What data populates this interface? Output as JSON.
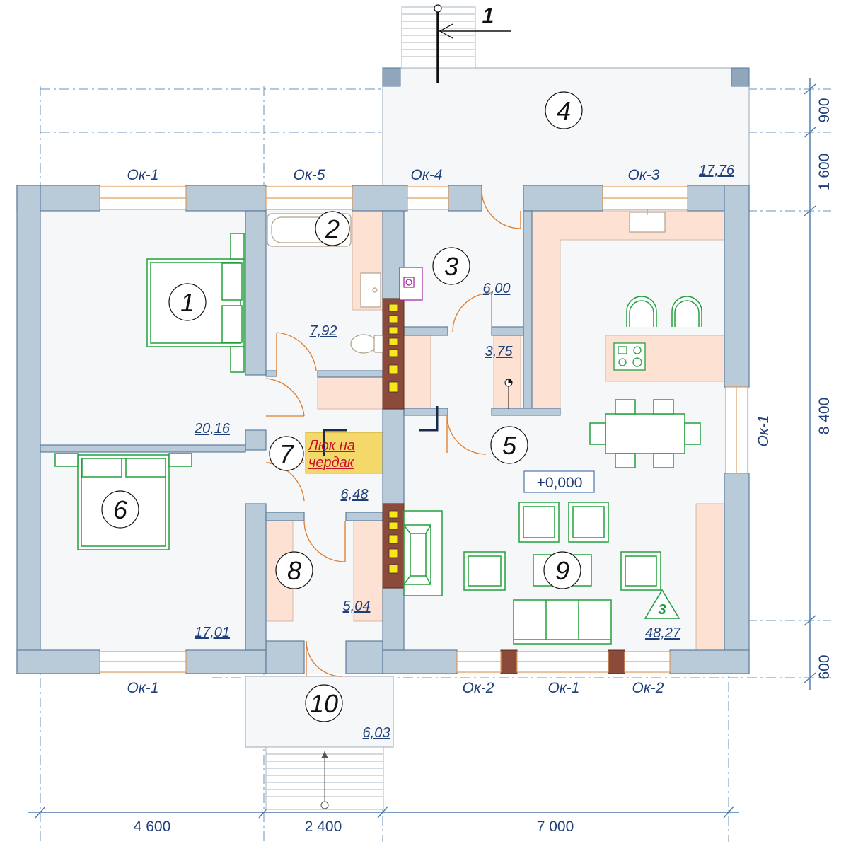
{
  "section": {
    "label": "1"
  },
  "rooms": {
    "r1": {
      "no": "1",
      "area": "20,16"
    },
    "r2": {
      "no": "2",
      "area": "7,92"
    },
    "r3": {
      "no": "3",
      "area": "6,00"
    },
    "r4": {
      "no": "4",
      "area": "17,76"
    },
    "r5": {
      "no": "5",
      "area": "3,75"
    },
    "r6": {
      "no": "6",
      "area": "17,01"
    },
    "r7": {
      "no": "7",
      "area": "6,48"
    },
    "r8": {
      "no": "8",
      "area": "5,04"
    },
    "r9": {
      "no": "9",
      "area": "48,27"
    },
    "r10": {
      "no": "10",
      "area": "6,03"
    }
  },
  "windows": {
    "top_ok1": "Ок-1",
    "top_ok5": "Ок-5",
    "top_ok4": "Ок-4",
    "top_ok3": "Ок-3",
    "right_ok1": "Ок-1",
    "bottom_ok1_left": "Ок-1",
    "bottom_ok2_a": "Ок-2",
    "bottom_ok1_mid": "Ок-1",
    "bottom_ok2_b": "Ок-2"
  },
  "dimensions": {
    "bottom": [
      "4 600",
      "2 400",
      "7 000"
    ],
    "right": [
      "900",
      "1 600",
      "8 400",
      "600"
    ]
  },
  "annotations": {
    "attic_hatch_line1": "Люк на",
    "attic_hatch_line2": "чердак",
    "floor_level": "+0,000",
    "marker_3": "3"
  },
  "colors": {
    "wall": "#b9cad8",
    "wall_edge": "#5f7f9f",
    "floor": "#f6f7f8",
    "counter": "#fde1d2",
    "chimney": "#8b4a3a",
    "furniture": "#22a03c",
    "dim_line": "#4a78a8",
    "hatch": "#f4d86a"
  }
}
